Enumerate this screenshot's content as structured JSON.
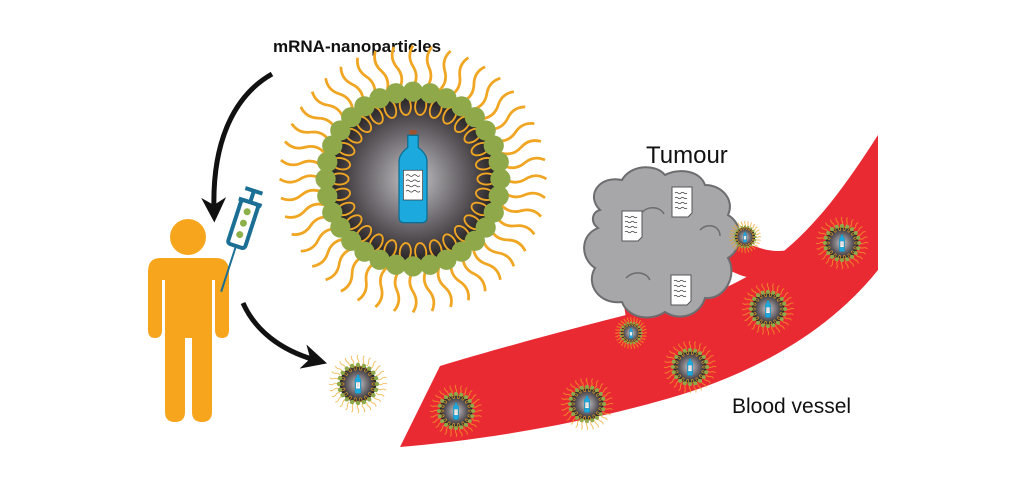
{
  "labels": {
    "nanoparticles": "mRNA-nanoparticles",
    "tumour": "Tumour",
    "blood_vessel": "Blood vessel"
  },
  "icons": {
    "person": "person-icon",
    "syringe": "syringe-icon",
    "bottle": "message-bottle-icon",
    "document": "document-icon",
    "arrow": "curved-arrow-icon"
  },
  "colors": {
    "person": "#f7a51c",
    "syringe": "#1b6f95",
    "syringe_dots": "#8db14a",
    "lipid_head": "#8fa84a",
    "lipid_tail": "#f0a623",
    "core_dark": "#231f20",
    "core_light": "#b9b7bb",
    "bottle": "#1ba9de",
    "cork": "#a0522d",
    "vessel": "#ea2a33",
    "tumour": "#a7a7aa",
    "tumour_stroke": "#6d6d70",
    "arrow": "#111111"
  },
  "diagram": {
    "small_particles_in_vessel": 8,
    "documents_in_tumour": 3
  }
}
